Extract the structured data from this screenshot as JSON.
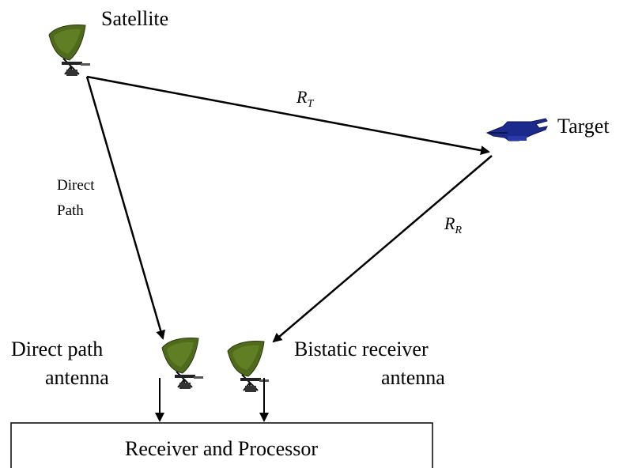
{
  "satellite_label": "Satellite",
  "target_label": "Target",
  "direct_path_label_line1": "Direct",
  "direct_path_label_line2": "Path",
  "rt_label": {
    "main": "R",
    "sub": "T"
  },
  "rr_label": {
    "main": "R",
    "sub": "R"
  },
  "direct_antenna_label_line1": "Direct path",
  "direct_antenna_label_line2": "antenna",
  "bistatic_antenna_label_line1": "Bistatic receiver",
  "bistatic_antenna_label_line2": "antenna",
  "processor_label": "Receiver and Processor",
  "colors": {
    "antenna_dish": "#4f6a1c",
    "antenna_dish_highlight": "#6f8e2c",
    "target_body": "#1c2a8c",
    "line": "#000000"
  },
  "icons": [
    "satellite-dish-icon",
    "helicopter-icon",
    "antenna-dish-icon"
  ]
}
